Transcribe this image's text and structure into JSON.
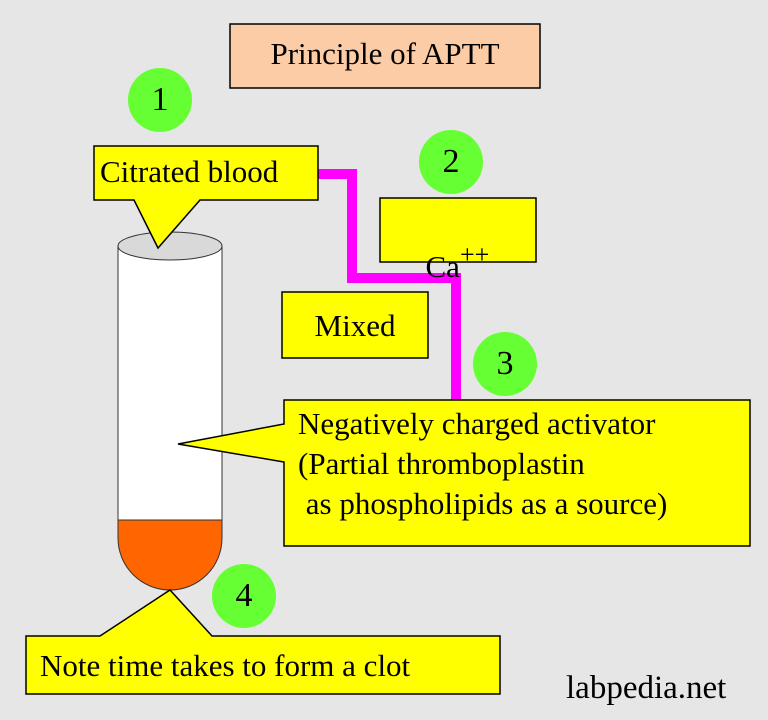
{
  "title": "Principle of APTT",
  "steps": [
    {
      "number": "1",
      "label": "Citrated blood"
    },
    {
      "number": "2",
      "label": "Ca",
      "superscript": "++"
    },
    {
      "number": "3",
      "label_lines": [
        "Negatively charged activator",
        "(Partial thromboplastin",
        " as phospholipids as a source)"
      ]
    },
    {
      "number": "4",
      "label": "Note time takes to form a clot"
    }
  ],
  "mixed_label": "Mixed",
  "watermark": "labpedia.net",
  "colors": {
    "background": "#e6e6e6",
    "title_box": "#fbcca6",
    "callout_yellow": "#ffff00",
    "number_circle": "#66ff33",
    "connector": "#ff00ff",
    "tube_content": "#ff6600",
    "tube_cap": "#d9d9d9"
  }
}
